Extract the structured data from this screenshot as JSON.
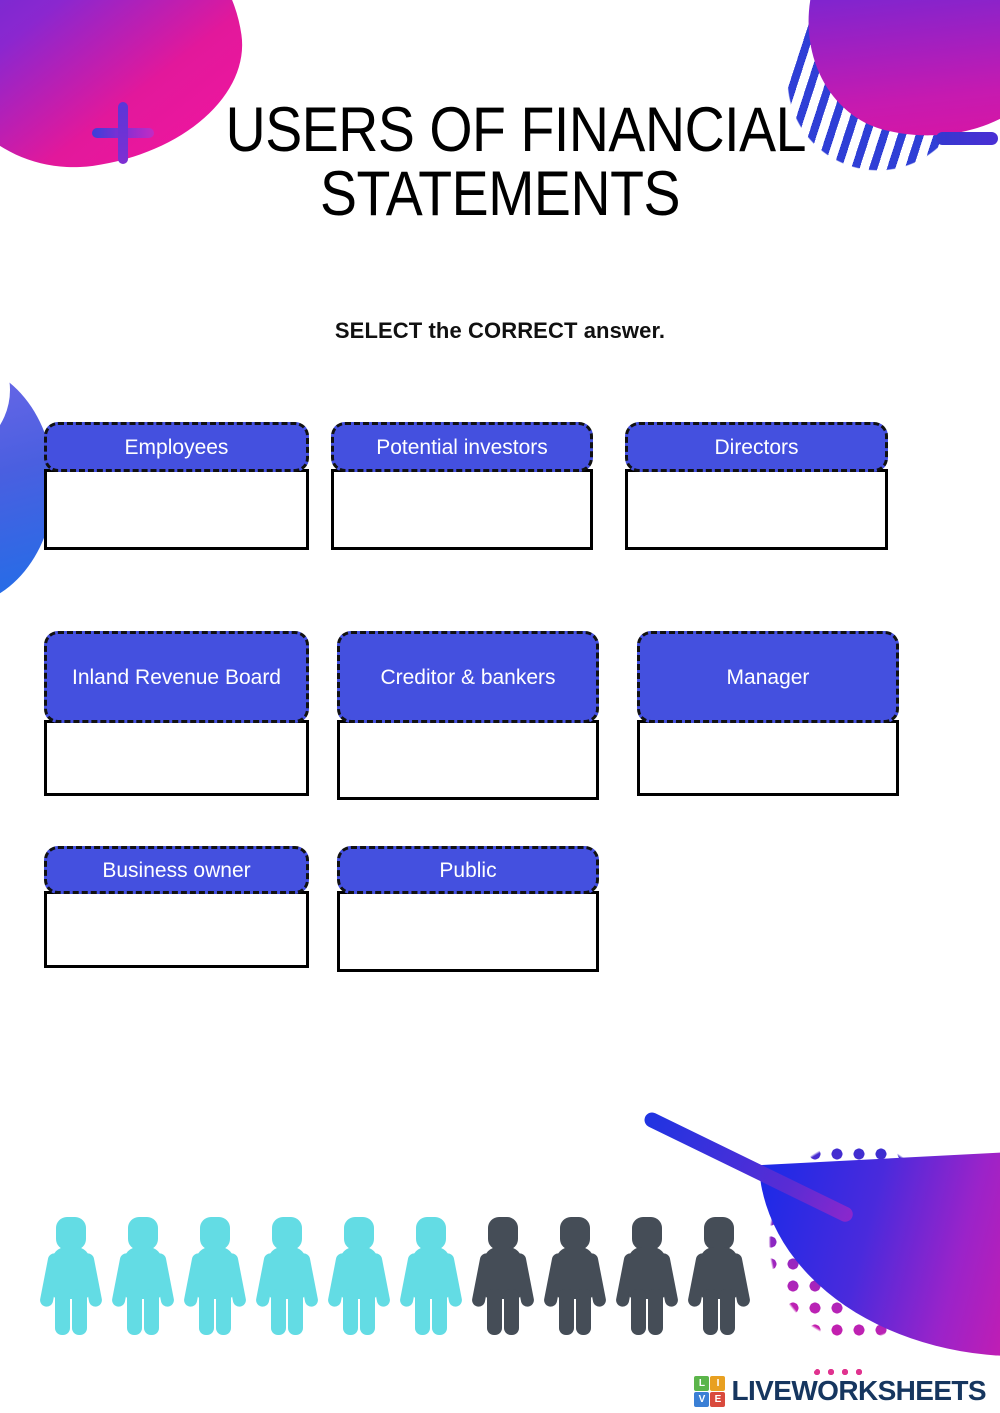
{
  "worksheet": {
    "title_line_1": "USERS OF FINANCIAL",
    "title_line_2": "STATEMENTS",
    "instruction": "SELECT the CORRECT answer.",
    "accent_color": "#4450DF",
    "title_color": "#000000",
    "people_cyan_color": "#63DCE4",
    "people_dark_color": "#454D57"
  },
  "items": [
    {
      "label": "Employees",
      "answer": "",
      "row": 1,
      "col": 1
    },
    {
      "label": "Potential investors",
      "answer": "",
      "row": 1,
      "col": 2
    },
    {
      "label": "Directors",
      "answer": "",
      "row": 1,
      "col": 3
    },
    {
      "label": "Inland Revenue Board",
      "answer": "",
      "row": 2,
      "col": 1
    },
    {
      "label": "Creditor & bankers",
      "answer": "",
      "row": 2,
      "col": 2
    },
    {
      "label": "Manager",
      "answer": "",
      "row": 2,
      "col": 3
    },
    {
      "label": "Business owner",
      "answer": "",
      "row": 3,
      "col": 1
    },
    {
      "label": "Public",
      "answer": "",
      "row": 3,
      "col": 2
    }
  ],
  "footer": {
    "brand_text": "LIVEWORKSHEETS",
    "brand_cells": [
      "L",
      "I",
      "V",
      "E"
    ],
    "brand_color": "#16365f"
  },
  "decorations": {
    "plus_icon": "plus-icon",
    "dash_icon": "dash-icon",
    "stripes_top_left": "striped-blob-icon",
    "stripes_top_right": "striped-circle-icon",
    "blob_top_left": "gradient-blob-icon",
    "blob_top_right": "gradient-blob-icon",
    "crescent_left": "blue-crescent-icon",
    "dots_bottom_right": "halftone-dots-icon",
    "wing_bottom_right": "gradient-wing-icon",
    "bar_bottom_right": "diagonal-bar-icon"
  }
}
